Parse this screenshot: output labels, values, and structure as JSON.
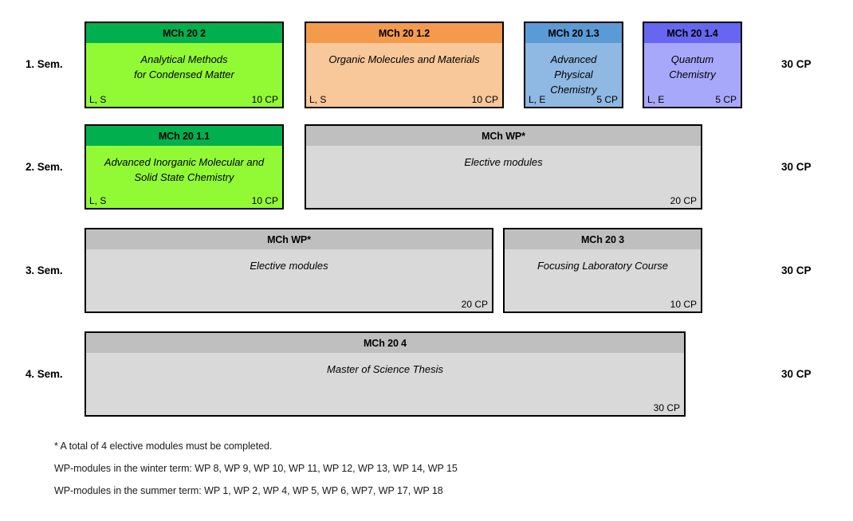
{
  "diagram": {
    "title": "Master of Chemistry curriculum plan",
    "colors": {
      "green_header": "#00B04F",
      "green_body": "#92FA35",
      "orange_header": "#F49A4C",
      "orange_body": "#F8C79A",
      "blue_header": "#5B9BD5",
      "blue_body": "#8FB8E2",
      "purple_header": "#6666F0",
      "purple_body": "#A8A8FB",
      "gray_header": "#BFBFBF",
      "gray_body": "#D9D9D9",
      "border": "#000000"
    }
  },
  "rows": [
    {
      "label": "1. Sem.",
      "total": "30 CP",
      "modules": [
        {
          "code": "MCh 20 2",
          "title": "Analytical Methods\nfor Condensed Matter",
          "forms": "L, S",
          "credits": "10 CP",
          "scheme": "green"
        },
        {
          "code": "MCh 20 1.2",
          "title": "Organic Molecules and Materials",
          "forms": "L, S",
          "credits": "10 CP",
          "scheme": "orange"
        },
        {
          "code": "MCh 20 1.3",
          "title": "Advanced Physical\nChemistry",
          "forms": "L, E",
          "credits": "5 CP",
          "scheme": "blue"
        },
        {
          "code": "MCh 20 1.4",
          "title": "Quantum\nChemistry",
          "forms": "L, E",
          "credits": "5 CP",
          "scheme": "purple"
        }
      ]
    },
    {
      "label": "2. Sem.",
      "total": "30 CP",
      "modules": [
        {
          "code": "MCh 20 1.1",
          "title": "Advanced Inorganic Molecular and\nSolid State Chemistry",
          "forms": "L, S",
          "credits": "10 CP",
          "scheme": "green"
        },
        {
          "code": "MCh WP*",
          "title": "Elective modules",
          "forms": "",
          "credits": "20 CP",
          "scheme": "gray"
        }
      ]
    },
    {
      "label": "3. Sem.",
      "total": "30 CP",
      "modules": [
        {
          "code": "MCh WP*",
          "title": "Elective modules",
          "forms": "",
          "credits": "20 CP",
          "scheme": "gray"
        },
        {
          "code": "MCh 20 3",
          "title": "Focusing Laboratory Course",
          "forms": "",
          "credits": "10 CP",
          "scheme": "gray"
        }
      ]
    },
    {
      "label": "4. Sem.",
      "total": "30 CP",
      "modules": [
        {
          "code": "MCh 20 4",
          "title": "Master of Science Thesis",
          "forms": "",
          "credits": "30 CP",
          "scheme": "gray"
        }
      ]
    }
  ],
  "footnotes": [
    "* A total of 4 elective modules must be completed.",
    "WP-modules in the winter term: WP 8, WP 9, WP 10, WP 11, WP 12, WP 13, WP 14, WP 15",
    "WP-modules in the summer term: WP 1, WP 2, WP 4, WP 5, WP 6, WP7, WP 17, WP 18"
  ]
}
